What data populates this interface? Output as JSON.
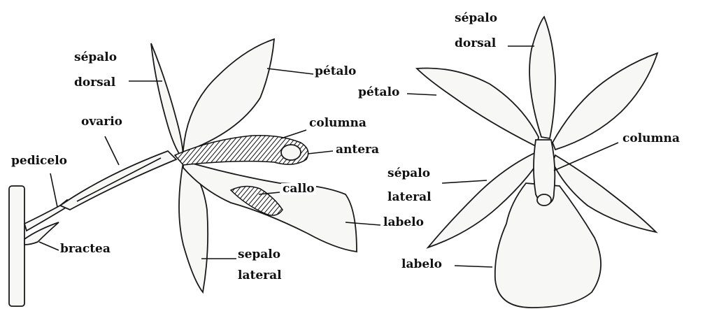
{
  "diagram": {
    "left_labels": {
      "sepalo_dorsal_1": "sépalo",
      "sepalo_dorsal_2": "dorsal",
      "petalo": "pétalo",
      "ovario": "ovario",
      "columna": "columna",
      "antera": "antera",
      "pedicelo": "pedicelo",
      "callo": "callo",
      "labelo": "labelo",
      "bractea": "bractea",
      "sepalo_lateral_1": "sepalo",
      "sepalo_lateral_2": "lateral"
    },
    "right_labels": {
      "sepalo_dorsal_1": "sépalo",
      "sepalo_dorsal_2": "dorsal",
      "petalo": "pétalo",
      "columna": "columna",
      "sepalo_lateral_1": "sépalo",
      "sepalo_lateral_2": "lateral",
      "labelo": "labelo"
    }
  }
}
